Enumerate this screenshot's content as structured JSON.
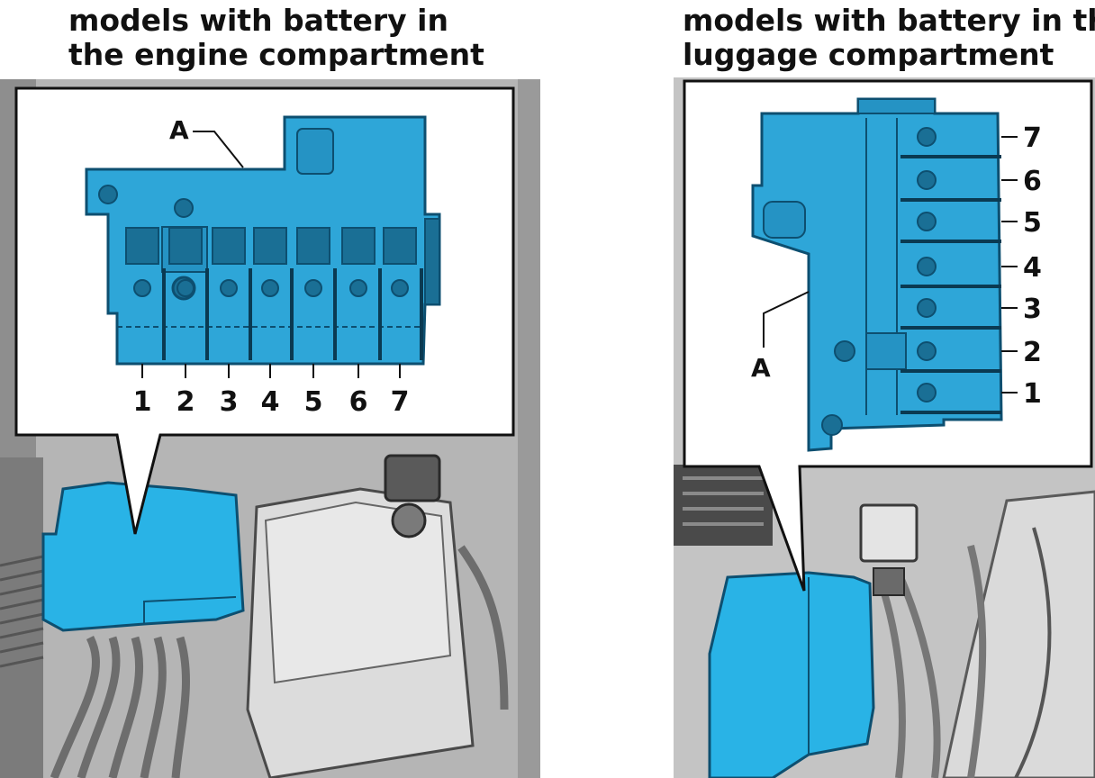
{
  "colors": {
    "fuse_box": "#2ea6d8",
    "fuse_box_outline": "#0d4f70",
    "fuse_box_dark": "#1a6f95",
    "callout_bg": "#ffffff",
    "callout_border": "#111111",
    "engine_bg": "#b8b8b8",
    "text": "#111111"
  },
  "left": {
    "heading_line1": "models with battery in",
    "heading_line2": "the engine compartment",
    "callout_label": "A",
    "fuse_numbers": [
      "1",
      "2",
      "3",
      "4",
      "5",
      "6",
      "7"
    ]
  },
  "right": {
    "heading_line1": "models with battery in the",
    "heading_line2": "luggage compartment",
    "callout_label": "A",
    "fuse_numbers": [
      "7",
      "6",
      "5",
      "4",
      "3",
      "2",
      "1"
    ]
  }
}
